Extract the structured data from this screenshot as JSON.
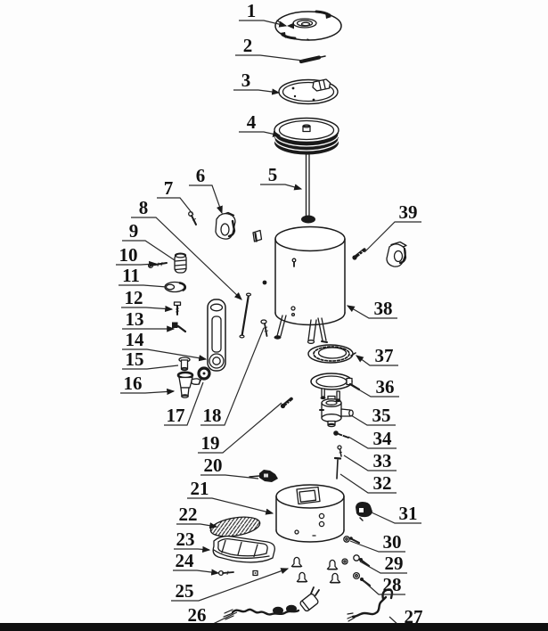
{
  "diagram": {
    "kind": "exploded-parts-diagram",
    "callout_count": 39
  },
  "colors": {
    "line": "#1a1a1a",
    "leader": "#2a2a2a",
    "ink": "#111111",
    "background": "#fdfdfd",
    "footer": "#101010"
  },
  "callouts": [
    {
      "number": "1"
    },
    {
      "number": "2"
    },
    {
      "number": "3"
    },
    {
      "number": "4"
    },
    {
      "number": "5"
    },
    {
      "number": "6"
    },
    {
      "number": "7"
    },
    {
      "number": "8"
    },
    {
      "number": "9"
    },
    {
      "number": "10"
    },
    {
      "number": "11"
    },
    {
      "number": "12"
    },
    {
      "number": "13"
    },
    {
      "number": "14"
    },
    {
      "number": "15"
    },
    {
      "number": "16"
    },
    {
      "number": "17"
    },
    {
      "number": "18"
    },
    {
      "number": "19"
    },
    {
      "number": "20"
    },
    {
      "number": "21"
    },
    {
      "number": "22"
    },
    {
      "number": "23"
    },
    {
      "number": "24"
    },
    {
      "number": "25"
    },
    {
      "number": "26"
    },
    {
      "number": "27"
    },
    {
      "number": "28"
    },
    {
      "number": "29"
    },
    {
      "number": "30"
    },
    {
      "number": "31"
    },
    {
      "number": "32"
    },
    {
      "number": "33"
    },
    {
      "number": "34"
    },
    {
      "number": "35"
    },
    {
      "number": "36"
    },
    {
      "number": "37"
    },
    {
      "number": "38"
    },
    {
      "number": "39"
    }
  ]
}
